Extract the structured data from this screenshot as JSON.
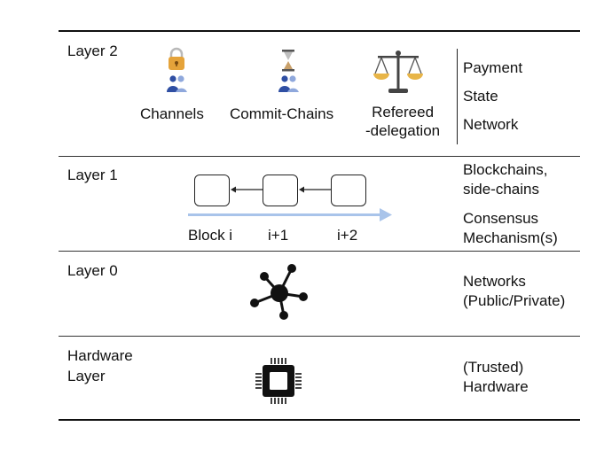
{
  "layers": [
    {
      "name": "Layer 2",
      "items": [
        "Channels",
        "Commit-Chains",
        "Refereed\n-delegation"
      ],
      "right": [
        "Payment",
        "State",
        "Network"
      ]
    },
    {
      "name": "Layer 1",
      "blocks": [
        "Block i",
        "i+1",
        "i+2"
      ],
      "right": [
        "Blockchains,\nside-chains",
        "Consensus\nMechanism(s)"
      ]
    },
    {
      "name": "Layer 0",
      "right": [
        "Networks\n(Public/Private)"
      ]
    },
    {
      "name": "Hardware\nLayer",
      "right": [
        "(Trusted)\nHardware"
      ]
    }
  ],
  "icons": {
    "channels": "lock-users-icon",
    "commit_chains": "hourglass-users-icon",
    "refereed": "scales-icon",
    "layer0": "network-hub-icon",
    "hardware": "chip-icon"
  },
  "colors": {
    "arrow": "#a9c4ea",
    "users": "#2f4fa3",
    "lock": "#e5a33a",
    "scales": "#e8b548"
  }
}
